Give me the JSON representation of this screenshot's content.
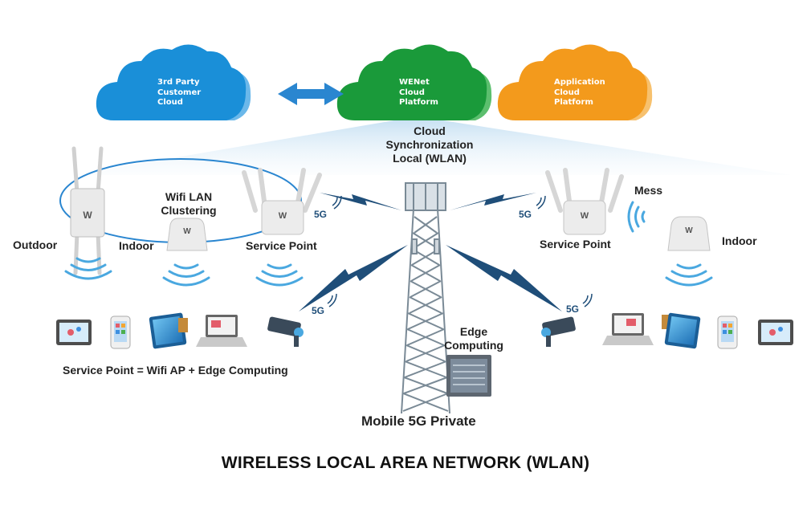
{
  "clouds": {
    "third_party": [
      "3rd Party",
      "Customer",
      "Cloud"
    ],
    "wenet": [
      "WENet",
      "Cloud",
      "Platform"
    ],
    "application": [
      "Application",
      "Cloud",
      "Platform"
    ]
  },
  "labels": {
    "cloud_sync": [
      "Cloud",
      "Synchronization",
      "Local (WLAN)"
    ],
    "wifi_lan_clustering": [
      "Wifi LAN",
      "Clustering"
    ],
    "outdoor": "Outdoor",
    "indoor_left": "Indoor",
    "service_point_left": "Service Point",
    "service_point_right": "Service Point",
    "mess": "Mess",
    "indoor_right": "Indoor",
    "edge_computing": [
      "Edge",
      "Computing"
    ],
    "mobile_5g": "Mobile 5G Private",
    "service_point_def": "Service Point = Wifi AP + Edge Computing",
    "five_g": "5G"
  },
  "title": "WIRELESS LOCAL AREA NETWORK (WLAN)",
  "colors": {
    "cloud_blue": "#1a8fd8",
    "cloud_green": "#1a9a3a",
    "cloud_orange": "#f39a1c",
    "arrow_blue": "#2a86d0",
    "bolt": "#1f4e79",
    "beam": "#cfe6f5"
  },
  "icons": [
    "router-icon",
    "tower-icon",
    "camera-icon",
    "laptop-icon",
    "tablet-icon",
    "phone-icon",
    "server-icon",
    "wifi-waves-icon"
  ]
}
